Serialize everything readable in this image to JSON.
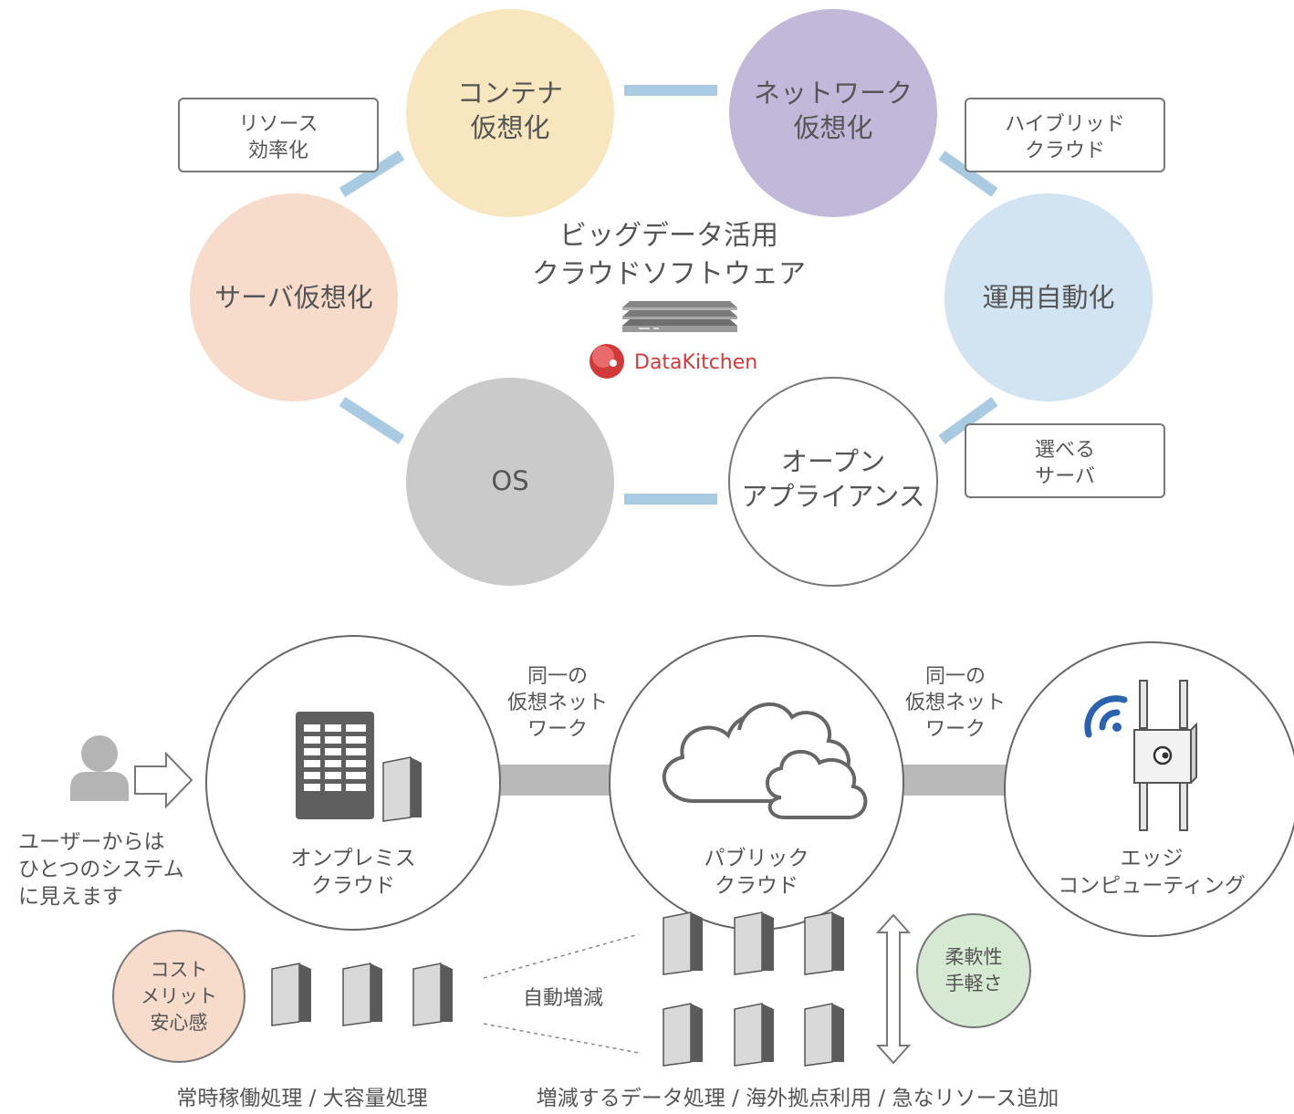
{
  "top_diagram": {
    "circles": {
      "container": [
        "コンテナ",
        "仮想化"
      ],
      "network": [
        "ネットワーク",
        "仮想化"
      ],
      "server": [
        "サーバ仮想化"
      ],
      "automation": [
        "運用自動化"
      ],
      "os": [
        "OS"
      ],
      "appliance": [
        "オープン",
        "アプライアンス"
      ]
    },
    "boxes": {
      "resource": [
        "リソース",
        "効率化"
      ],
      "hybrid": [
        "ハイブリッド",
        "クラウド"
      ],
      "choose": [
        "選べる",
        "サーバ"
      ]
    },
    "center": {
      "line1": "ビッグデータ活用",
      "line2": "クラウドソフトウェア",
      "brand": "DataKitchen"
    },
    "colors": {
      "container": "#f8e6be",
      "network": "#c1b8da",
      "server": "#f7dccc",
      "automation": "#d2e3f1",
      "os": "#cacaca",
      "appliance": "#ffffff",
      "connector": "#a9cbe2",
      "brand": "#d23a3a"
    }
  },
  "bottom_diagram": {
    "user_text": [
      "ユーザーからは",
      "ひとつのシステム",
      "に見えます"
    ],
    "onpremise": [
      "オンプレミス",
      "クラウド"
    ],
    "public": [
      "パブリック",
      "クラウド"
    ],
    "edge": [
      "エッジ",
      "コンピューティング"
    ],
    "network_label_1": [
      "同一の",
      "仮想ネット",
      "ワーク"
    ],
    "network_label_2": [
      "同一の",
      "仮想ネット",
      "ワーク"
    ],
    "cost": [
      "コスト",
      "メリット",
      "安心感"
    ],
    "flex": [
      "柔軟性",
      "手軽さ"
    ],
    "auto_scale": "自動増減",
    "caption_left": "常時稼働処理 / 大容量処理",
    "caption_right": "増減するデータ処理 / 海外拠点利用 / 急なリソース追加",
    "colors": {
      "cost": "#f7dccc",
      "flex": "#d6e9d2",
      "wifi": "#2a62b0"
    }
  }
}
